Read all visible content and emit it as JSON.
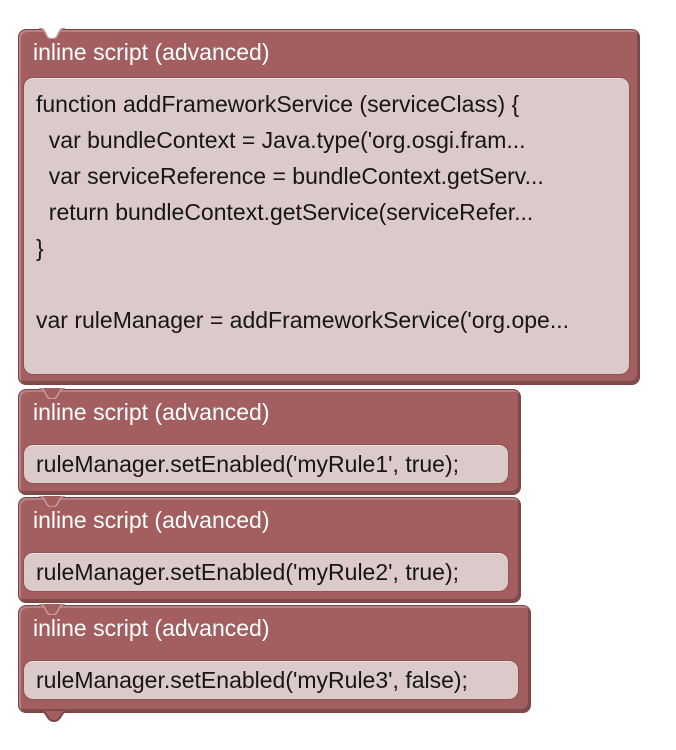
{
  "colors": {
    "block-body": "#a35f5f",
    "block-border": "#7e4545",
    "field-bg": "#dcc9c9",
    "field-border": "#8e5353",
    "header-text": "#ffffff",
    "code-text": "#161616",
    "page-bg": "#ffffff",
    "notch-stroke": "#c49b9b"
  },
  "blocks": [
    {
      "type": "inline-script",
      "label": "inline script (advanced)",
      "code_lines": [
        "function addFrameworkService (serviceClass) {",
        "  var bundleContext = Java.type('org.osgi.fram...",
        "  var serviceReference = bundleContext.getServ...",
        "  return bundleContext.getService(serviceRefer...",
        "}",
        "",
        "var ruleManager = addFrameworkService('org.ope..."
      ]
    },
    {
      "type": "inline-script",
      "label": "inline script (advanced)",
      "code": "ruleManager.setEnabled('myRule1', true);"
    },
    {
      "type": "inline-script",
      "label": "inline script (advanced)",
      "code": "ruleManager.setEnabled('myRule2', true);"
    },
    {
      "type": "inline-script",
      "label": "inline script (advanced)",
      "code": "ruleManager.setEnabled('myRule3', false);"
    }
  ]
}
